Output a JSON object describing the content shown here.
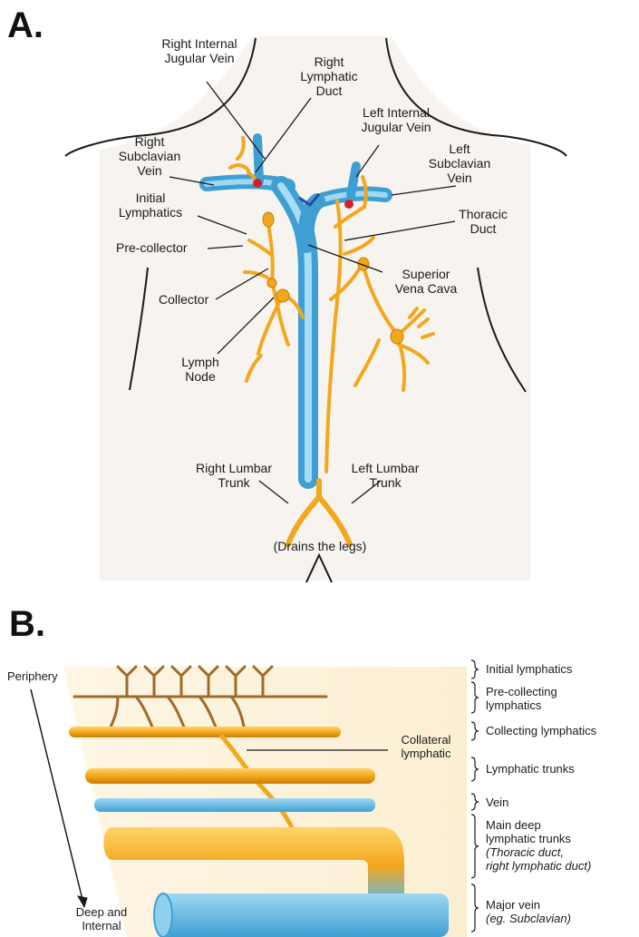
{
  "panel_a": {
    "letter": "A.",
    "labels": {
      "right_internal_jugular_vein": "Right Internal\nJugular Vein",
      "right_lymphatic_duct": "Right\nLymphatic\nDuct",
      "left_internal_jugular_vein": "Left Internal\nJugular Vein",
      "right_subclavian_vein": "Right\nSubclavian\nVein",
      "left_subclavian_vein": "Left\nSubclavian\nVein",
      "initial_lymphatics": "Initial\nLymphatics",
      "thoracic_duct": "Thoracic\nDuct",
      "pre_collector": "Pre-collector",
      "superior_vena_cava": "Superior\nVena Cava",
      "collector": "Collector",
      "lymph_node": "Lymph\nNode",
      "right_lumbar_trunk": "Right Lumbar\nTrunk",
      "left_lumbar_trunk": "Left Lumbar\nTrunk",
      "drains_the_legs": "(Drains the legs)"
    },
    "colors": {
      "vein": "#5bb8e6",
      "lymphatic": "#f2a81d",
      "node_dot": "#d0202a",
      "body_fill": "#f7f3ee"
    }
  },
  "panel_b": {
    "letter": "B.",
    "periphery": "Periphery",
    "deep_and_internal": "Deep and\nInternal",
    "collateral_lymphatic": "Collateral\nlymphatic",
    "levels": [
      {
        "label": "Initial lymphatics",
        "sub": ""
      },
      {
        "label": "Pre-collecting\nlymphatics",
        "sub": ""
      },
      {
        "label": "Collecting lymphatics",
        "sub": ""
      },
      {
        "label": "Lymphatic trunks",
        "sub": ""
      },
      {
        "label": "Vein",
        "sub": ""
      },
      {
        "label": "Main deep\nlymphatic trunks",
        "sub": "(Thoracic duct,\nright lymphatic duct)"
      },
      {
        "label": "Major vein",
        "sub": "(eg. Subclavian)"
      }
    ],
    "colors": {
      "initial": "#a06a2a",
      "collecting": "#f2a81d",
      "vein": "#5bb8e6",
      "background": "#fbf3df"
    }
  }
}
